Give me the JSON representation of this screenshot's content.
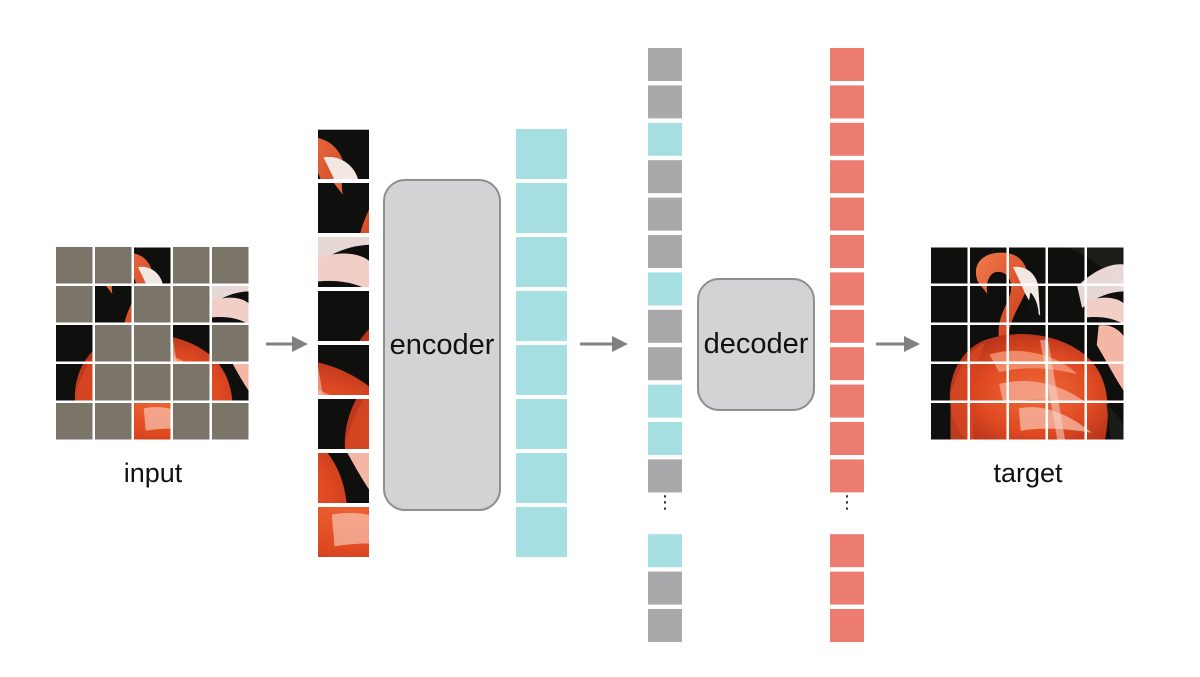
{
  "labels": {
    "input": "input",
    "encoder": "encoder",
    "decoder": "decoder",
    "target": "target"
  },
  "colors": {
    "mask": "#7b7468",
    "encoded_token": "#a6dfe2",
    "mask_token": "#a9a9ab",
    "output_token": "#ec7c70",
    "block_fill": "#d3d3d5",
    "block_border": "#8e8e8e",
    "arrow": "#808080",
    "flamingo_dark": "#c2371b",
    "flamingo_mid": "#e8532a",
    "flamingo_light": "#f08a6a",
    "flamingo_pale": "#f4c3b6",
    "background_dark": "#0f0f0d"
  },
  "input_grid": {
    "rows": 5,
    "cols": 5,
    "visible_patches": [
      [
        0,
        2
      ],
      [
        1,
        1
      ],
      [
        1,
        4
      ],
      [
        2,
        0
      ],
      [
        2,
        3
      ],
      [
        3,
        0
      ],
      [
        3,
        4
      ],
      [
        4,
        2
      ]
    ]
  },
  "encoder_sequence": {
    "visible_patch_count": 8,
    "token_count": 8
  },
  "decoder_sequence": {
    "tokens_before_ellipsis": [
      "mask",
      "mask",
      "encoded",
      "mask",
      "mask",
      "mask",
      "encoded",
      "mask",
      "mask",
      "encoded",
      "encoded",
      "mask"
    ],
    "tokens_after_ellipsis": [
      "encoded",
      "mask",
      "mask"
    ],
    "ellipsis": "⋮"
  },
  "output_sequence": {
    "tokens_before_ellipsis": 12,
    "tokens_after_ellipsis": 3,
    "ellipsis": "⋮"
  },
  "icons": [
    "arrow-right-icon",
    "arrow-right-icon",
    "arrow-right-icon"
  ]
}
